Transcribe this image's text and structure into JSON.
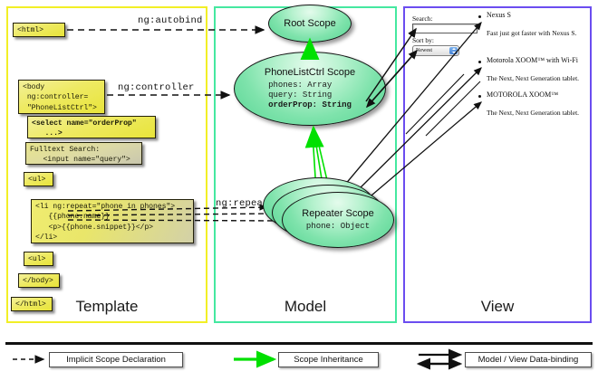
{
  "panels": {
    "template": {
      "label": "Template",
      "border_color": "#f2ef26"
    },
    "model": {
      "label": "Model",
      "border_color": "#45e8a0"
    },
    "view": {
      "label": "View",
      "border_color": "#6b4df0"
    }
  },
  "template_code": [
    {
      "name": "html-open",
      "text": "<html>"
    },
    {
      "name": "body-open",
      "text": "<body\n ng:controller=\n \"PhoneListCtrl\">"
    },
    {
      "name": "select",
      "text": "<select name=\"orderProp\"\n   ...>"
    },
    {
      "name": "fulltext",
      "text": "Fulltext Search:\n   <input name=\"query\">"
    },
    {
      "name": "ul-open",
      "text": "<ul>"
    },
    {
      "name": "li-repeat",
      "text": "<li ng:repeat=\"phone in phones\">\n   {{phone.name}}\n   <p>{{phone.snippet}}</p>\n</li>"
    },
    {
      "name": "ul-close",
      "text": "<ul>"
    },
    {
      "name": "body-close",
      "text": "</body>"
    },
    {
      "name": "html-close",
      "text": "</html>"
    }
  ],
  "scopes": [
    {
      "name": "root-scope",
      "title": "Root\nScope",
      "props": ""
    },
    {
      "name": "phonelistctrl-scope",
      "title": "PhoneListCtrl\nScope",
      "props": "phones: Array\nquery: String",
      "props_bold": "orderProp: String"
    },
    {
      "name": "repeater-scope",
      "title": "Repeater\nScope",
      "props": "phone: Object"
    }
  ],
  "connector_labels": {
    "autobind": "ng:autobind",
    "controller": "ng:controller",
    "repeat": "ng:repeat"
  },
  "view": {
    "search_label": "Search:",
    "search_value": "",
    "search_placeholder": "",
    "sort_label": "Sort by:",
    "sort_selected": "Newest",
    "sort_options": [
      "Newest"
    ],
    "items": [
      {
        "title": "Nexus S",
        "snippet": "Fast just got faster with Nexus S."
      },
      {
        "title": "Motorola XOOM™  with Wi-Fi",
        "snippet": "The Next, Next Generation tablet."
      },
      {
        "title": "MOTOROLA XOOM™",
        "snippet": "The Next, Next Generation tablet."
      }
    ]
  },
  "legend": [
    {
      "name": "implicit-scope-declaration",
      "label": "Implicit Scope Declaration",
      "style": "dashed-black"
    },
    {
      "name": "scope-inheritance",
      "label": "Scope Inheritance",
      "style": "solid-green"
    },
    {
      "name": "model-view-data-binding",
      "label": "Model / View Data-binding",
      "style": "double-black"
    }
  ],
  "colors": {
    "green_arrow": "#00e000",
    "code_fill": "#e8e43a",
    "scope_fill": "#7fe3ac",
    "ink": "#111111"
  }
}
